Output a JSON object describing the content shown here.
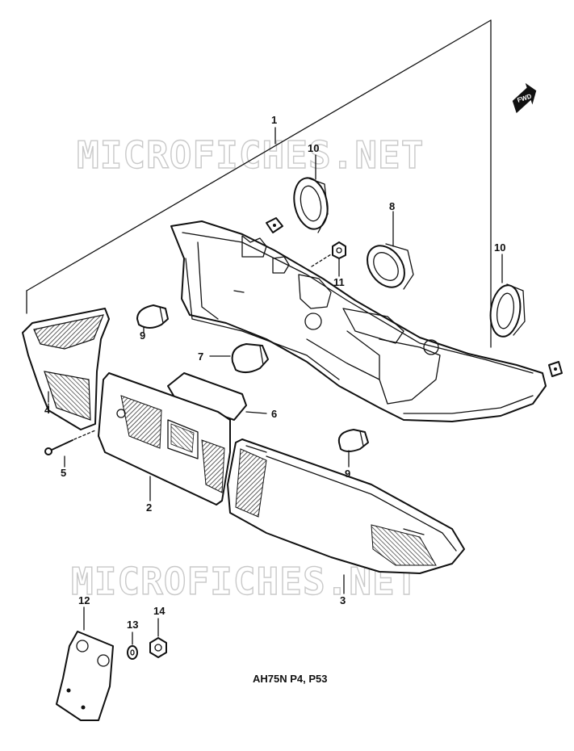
{
  "watermark": {
    "text": "MICROFICHES.NET"
  },
  "model_code": "AH75N P4, P53",
  "forward_mark": "FWD",
  "callouts": [
    "1",
    "2",
    "3",
    "4",
    "5",
    "6",
    "7",
    "8",
    "9",
    "9",
    "10",
    "10",
    "11",
    "12",
    "13",
    "14"
  ],
  "colors": {
    "line": "#111111",
    "hatch": "#555555",
    "watermark_outline": "#c9c9c9"
  }
}
